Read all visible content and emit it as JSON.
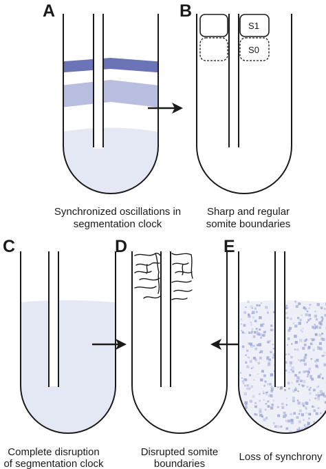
{
  "panels": {
    "A": {
      "letter": "A",
      "caption_line1": "Synchronized oscillations in",
      "caption_line2": "segmentation clock"
    },
    "B": {
      "letter": "B",
      "caption_line1": "Sharp and regular",
      "caption_line2": "somite boundaries",
      "somite_s1": "S1",
      "somite_s0": "S0"
    },
    "C": {
      "letter": "C",
      "caption_line1": "Complete disruption",
      "caption_line2": "of segmentation clock"
    },
    "D": {
      "letter": "D",
      "caption_line1": "Disrupted somite",
      "caption_line2": "boundaries"
    },
    "E": {
      "letter": "E",
      "caption_line1": "Loss of synchrony"
    }
  },
  "colors": {
    "stripe_dark": "#6a74b6",
    "stripe_light": "#b8bedf",
    "posterior_pale": "#e4e7f4",
    "speckle": "#9aa2d2",
    "outline": "#1a1a1a"
  }
}
